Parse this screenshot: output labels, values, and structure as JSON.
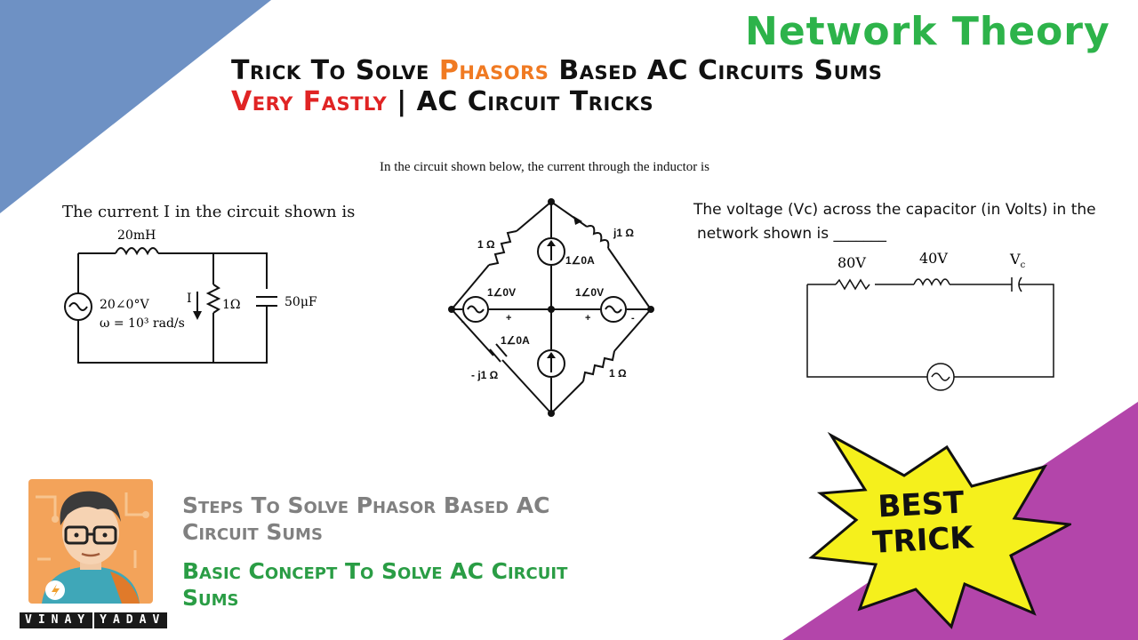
{
  "brand": "Network Theory",
  "title": {
    "line1_part1": "Trick To Solve ",
    "line1_highlight": "Phasors",
    "line1_part2": " Based AC Circuits Sums",
    "line2_highlight": "Very Fastly",
    "line2_part2": " | AC Circuit Tricks"
  },
  "colors": {
    "brand_green": "#2db34a",
    "accent_orange": "#f07a22",
    "accent_red": "#e02424",
    "corner_blue": "#6e91c4",
    "corner_purple": "#b345aa",
    "burst_yellow": "#f5f01c"
  },
  "questions": {
    "middle": "In the circuit shown below, the current through the inductor is",
    "left": "The current I in the circuit shown is",
    "right_line1": "The voltage (Vᴄ) across the capacitor (in Volts) in the",
    "right_line2": "network shown is _______"
  },
  "circuit_left": {
    "inductor": "20mH",
    "source_line1": "20∠0°V",
    "source_line2": "ω  = 10³ rad/s",
    "current_label": "I",
    "resistor": "1Ω",
    "capacitor": "50μF"
  },
  "circuit_mid": {
    "r_top_left": "1 Ω",
    "inductor": "j1 Ω",
    "cs_top": "1∠0A",
    "vs_left": "1∠0V",
    "vs_right": "1∠0V",
    "cs_bottom": "1∠0A",
    "capacitor": "- j1 Ω",
    "r_bottom_right": "1 Ω",
    "minus": "-",
    "plus": "+"
  },
  "circuit_right": {
    "resistor_v": "80V",
    "inductor_v": "40V",
    "capacitor_v": "V",
    "capacitor_sub": "c"
  },
  "steps": {
    "line1": "Steps To Solve Phasor Based AC",
    "line1b": "Circuit Sums",
    "line2": "Basic Concept To Solve AC Circuit",
    "line2b": "Sums"
  },
  "signature": {
    "first": "VINAY",
    "last": "YADAV"
  },
  "badge": {
    "line1": "BEST",
    "line2": "TRICK"
  }
}
